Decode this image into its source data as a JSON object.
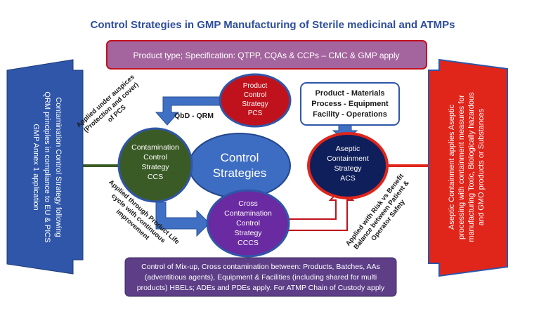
{
  "title": "Control Strategies in GMP Manufacturing of Sterile medicinal and ATMPs",
  "top_banner": "Product type; Specification: QTPP, CQAs & CCPs – CMC & GMP apply",
  "left_banner": [
    "Contamination Control Strategy following",
    "QRM principles in compliance to EU & PICS",
    "GMP Annex 1 application"
  ],
  "right_banner": [
    "Aseptic Containment applies Aseptic",
    "processing with containment measures for",
    "manufacturing Toxic, Biologically hazardous",
    "and GMO products or Substances"
  ],
  "center": [
    "Control",
    "Strategies"
  ],
  "pcs": [
    "Product",
    "Control",
    "Strategy",
    "PCS"
  ],
  "ccs": [
    "Contamination",
    "Control",
    "Strategy",
    "CCS"
  ],
  "acs": [
    "Aseptic",
    "Containment",
    "Strategy",
    "ACS"
  ],
  "cccs": [
    "Cross",
    "Contamination",
    "Control",
    "Strategy",
    "CCCS"
  ],
  "product_box": [
    "Product - Materials",
    "Process - Equipment",
    "Facility - Operations"
  ],
  "qbd_label": "QbD - QRM",
  "auspices_label": [
    "Applied under auspices",
    "(Protection and cover)",
    "of PCS"
  ],
  "lifecycle_label": [
    "Applied through Product Life",
    "cycle with continuous",
    "improvement"
  ],
  "risk_label": [
    "Applied with Risk vs Benefit",
    "Balance between Patient &",
    "Operator Safety"
  ],
  "bottom_box": [
    "Control of Mix-up, Cross contamination between: Products, Batches, AAs",
    "(adventitious agents), Equipment & Facilities (including shared for multi",
    "products) HBELs; ADEs and PDEs apply. For ATMP Chain of Custody apply"
  ],
  "colors": {
    "title": "#2e4e9c",
    "purple_banner": "#9e5b98",
    "blue_banner": "#2f56a8",
    "red_banner": "#e0251b",
    "pcs": "#c0121c",
    "ccs": "#3b5b26",
    "acs": "#0f1f5c",
    "cccs": "#6a2aa1",
    "center": "#3d6dc2",
    "bottom_box": "#5d3e87"
  }
}
